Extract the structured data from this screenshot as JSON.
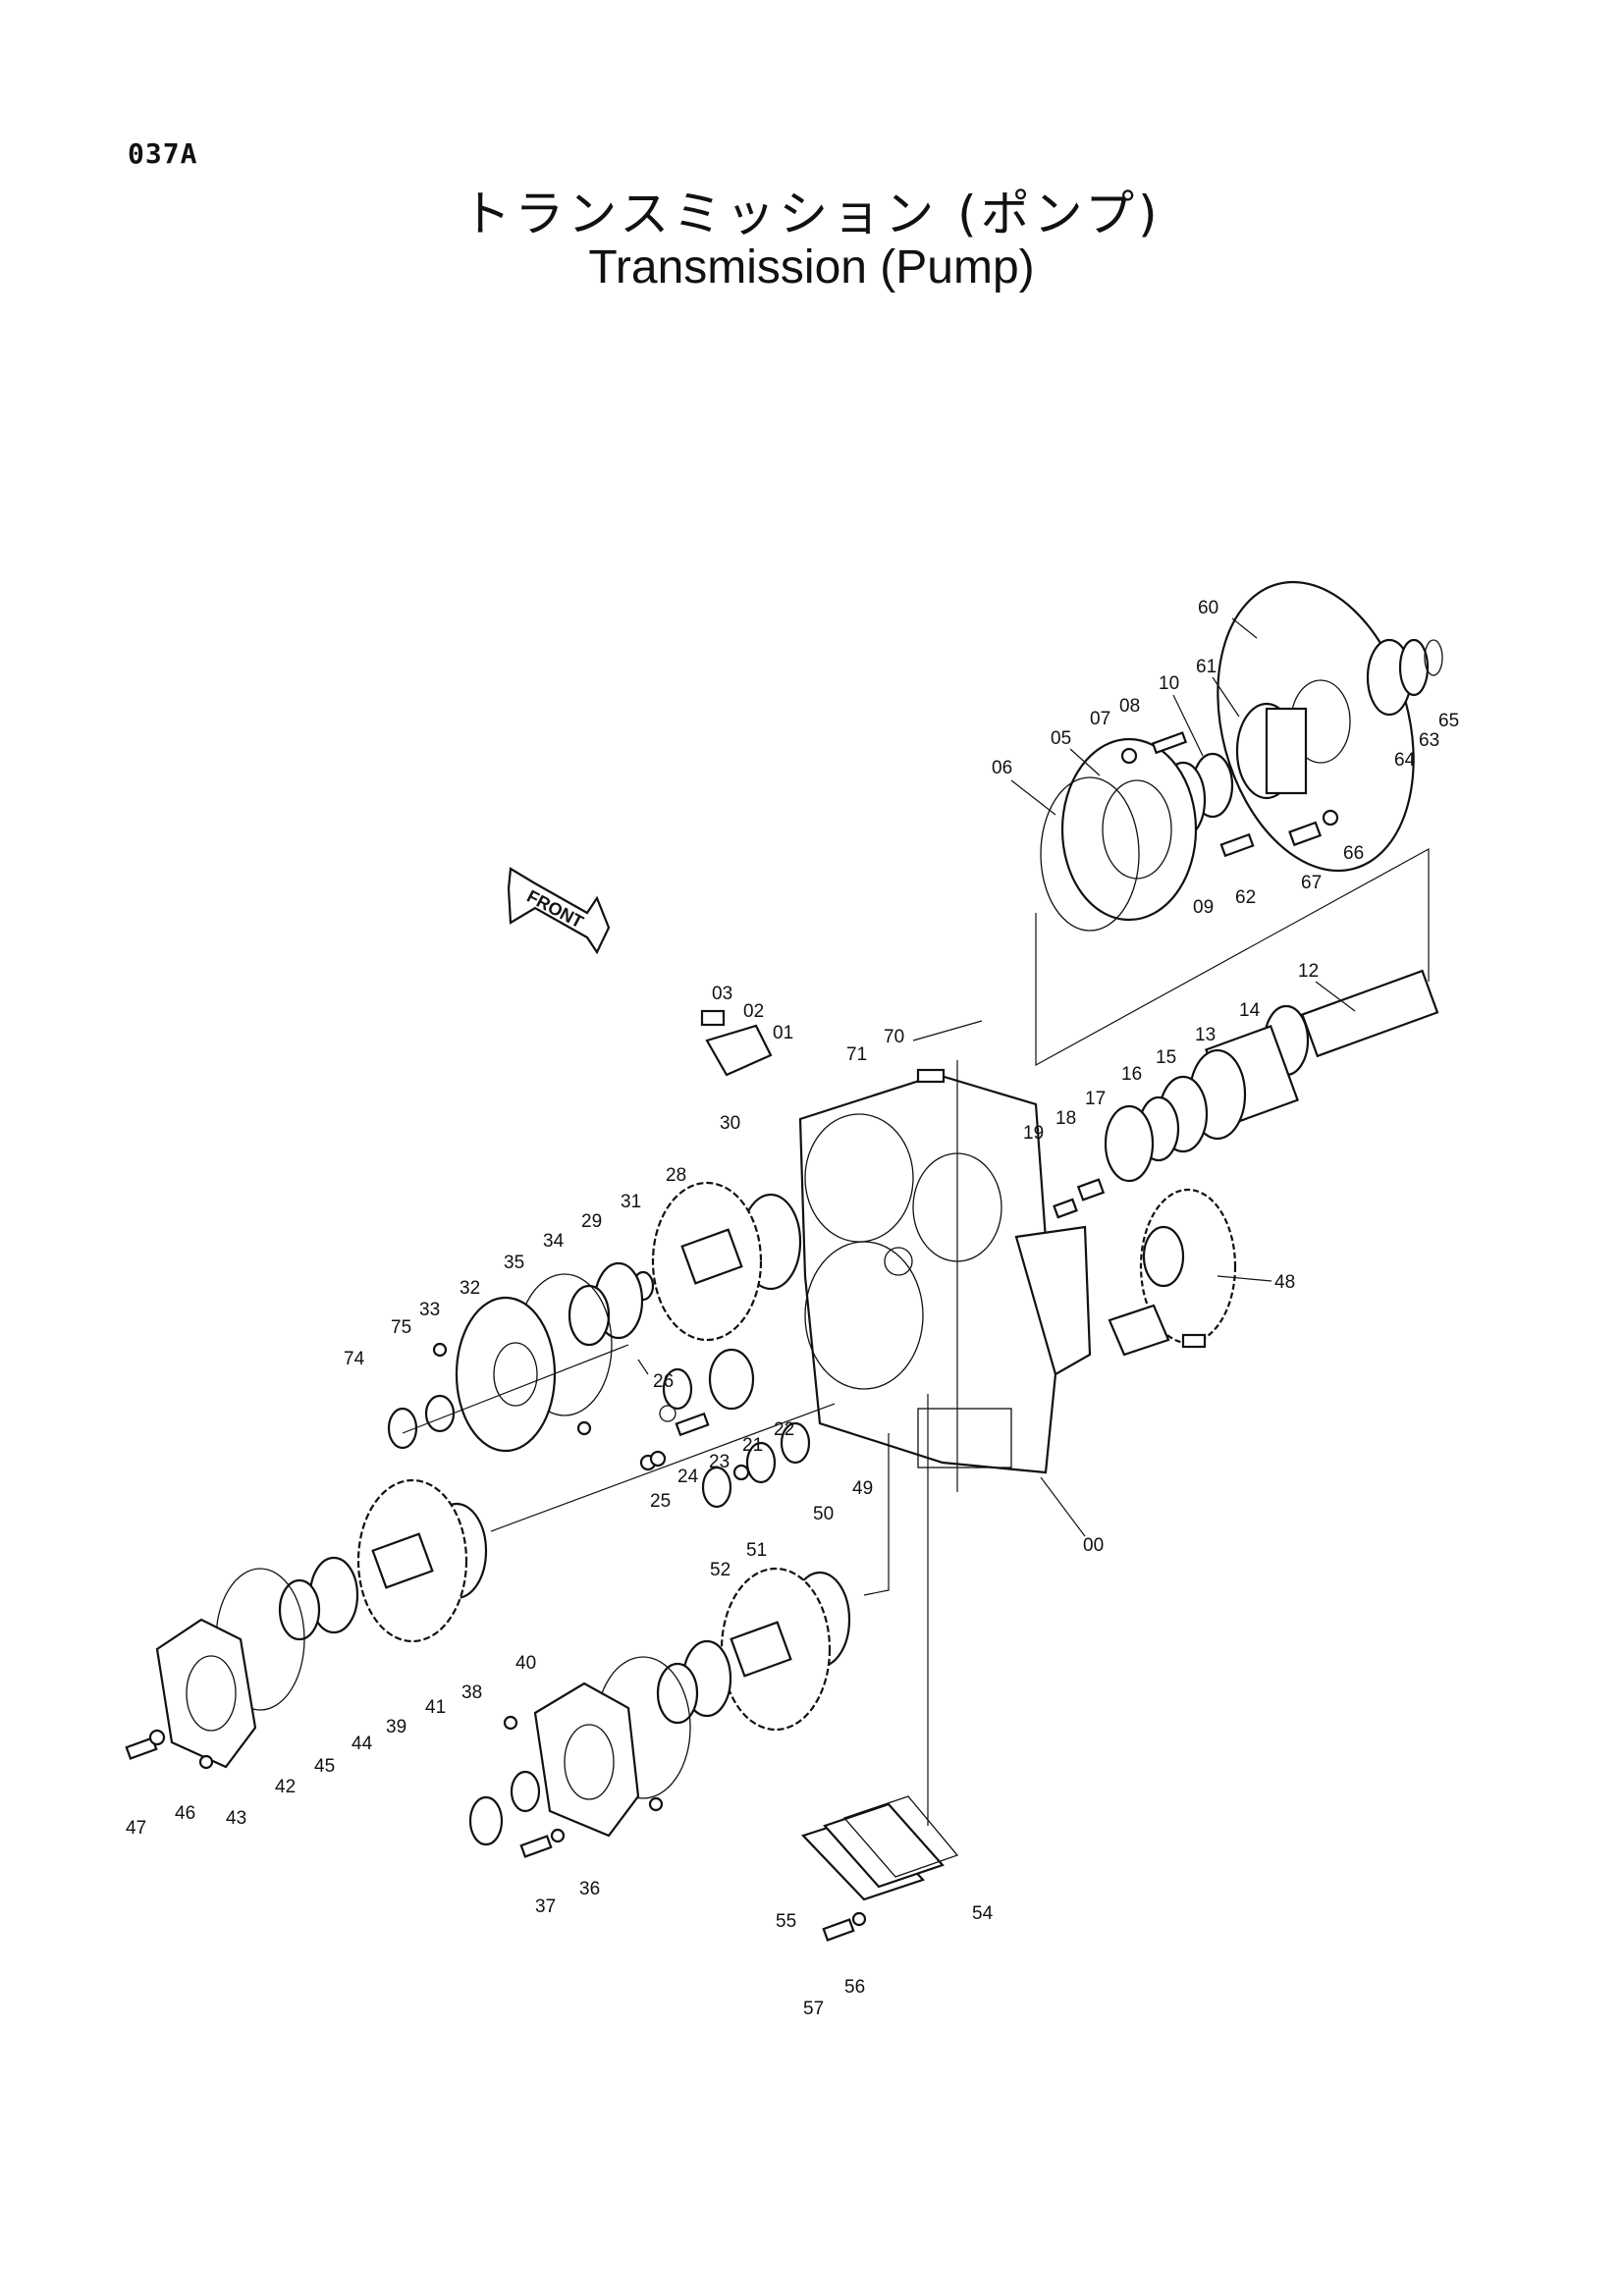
{
  "page_code": "037A",
  "title_ja": "トランスミッション (ポンプ)",
  "title_en": "Transmission (Pump)",
  "front_label": "FRONT",
  "part_labels": [
    "60",
    "65",
    "61",
    "63",
    "64",
    "10",
    "08",
    "07",
    "05",
    "06",
    "09",
    "62",
    "67",
    "66",
    "12",
    "03",
    "02",
    "01",
    "70",
    "71",
    "14",
    "13",
    "15",
    "16",
    "17",
    "18",
    "19",
    "30",
    "28",
    "31",
    "29",
    "34",
    "35",
    "32",
    "33",
    "75",
    "74",
    "26",
    "21",
    "22",
    "23",
    "24",
    "25",
    "49",
    "50",
    "52",
    "51",
    "48",
    "00",
    "40",
    "38",
    "41",
    "39",
    "44",
    "45",
    "42",
    "46",
    "47",
    "43",
    "36",
    "37",
    "54",
    "55",
    "56",
    "57"
  ]
}
